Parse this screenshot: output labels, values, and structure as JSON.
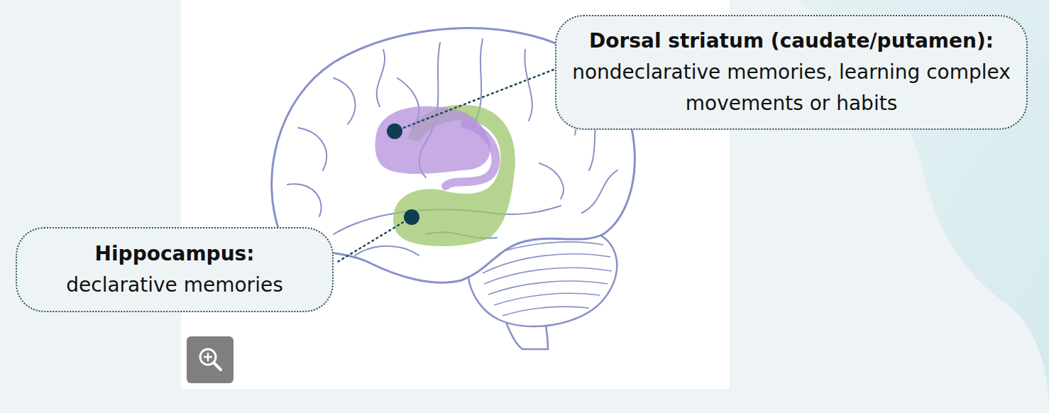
{
  "diagram": {
    "nodes": [
      {
        "text": [
          "Dorsal striatum (caudate/putamen):",
          "nondeclarative memories, learning complex movements or habits"
        ]
      },
      {
        "text": [
          "Hippocampus:",
          "declarative memories"
        ]
      }
    ]
  }
}
